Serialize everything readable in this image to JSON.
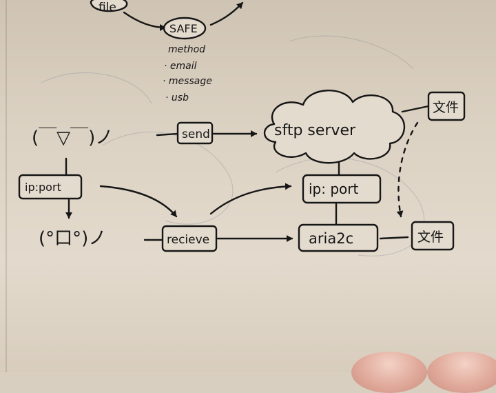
{
  "top": {
    "file": "file",
    "safe": "SAFE"
  },
  "methods": [
    "method",
    "email",
    "message",
    "usb"
  ],
  "nodes": {
    "sender_face": "(￣▽￣)ノ",
    "receiver_face": "(°口°)ノ",
    "send": "send",
    "ip_port_left": "ip:port",
    "recieve": "recieve",
    "sftp_server": "sftp server",
    "ip_port_right": "ip: port",
    "aria2c": "aria2c",
    "file_top": "文件",
    "file_bottom": "文件"
  },
  "colors": {
    "ink": "#161616",
    "paper": "#e3dacd"
  }
}
